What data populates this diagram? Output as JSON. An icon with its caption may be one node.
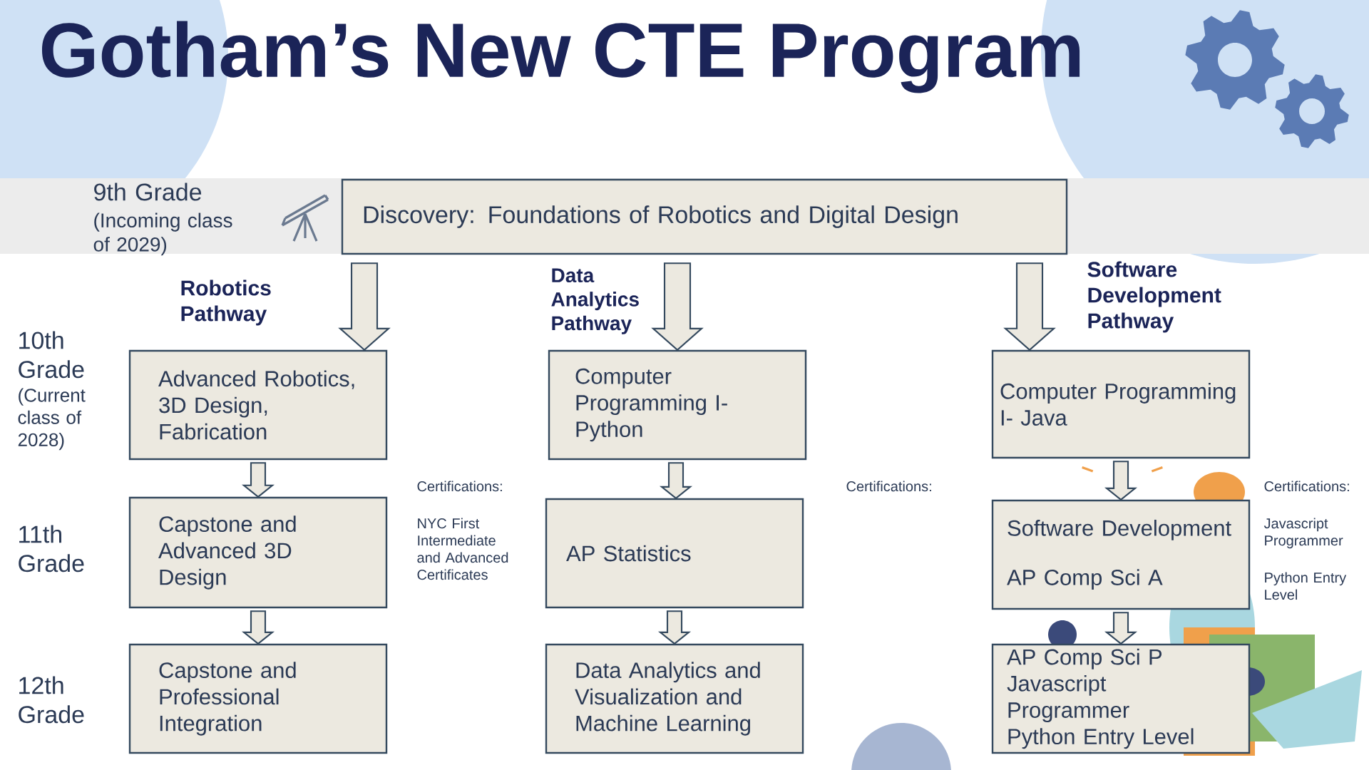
{
  "diagram": {
    "title": "Gotham’s New CTE Program",
    "nodes": [
      {
        "text": [
          "Discovery: Foundations of Robotics and Digital Design"
        ]
      },
      {
        "text": [
          "Advanced Robotics, 3D Design, Fabrication"
        ]
      },
      {
        "text": [
          "Computer Programming I- Python"
        ]
      },
      {
        "text": [
          "Computer Programming I- Java"
        ]
      },
      {
        "text": [
          "Capstone and Advanced 3D Design"
        ]
      },
      {
        "text": [
          "AP Statistics"
        ]
      },
      {
        "text": [
          "Software Development",
          "AP Comp Sci A"
        ]
      },
      {
        "text": [
          "Capstone and Professional Integration"
        ]
      },
      {
        "text": [
          "Data Analytics and Visualization and Machine Learning"
        ]
      },
      {
        "text": [
          "AP Comp Sci P",
          "Javascript Programmer",
          "Python Entry Level"
        ]
      }
    ],
    "edges": [
      {
        "from": 0,
        "to": 1,
        "arrow": "to"
      },
      {
        "from": 0,
        "to": 2,
        "arrow": "to"
      },
      {
        "from": 0,
        "to": 3,
        "arrow": "to"
      },
      {
        "from": 1,
        "to": 4,
        "arrow": "to"
      },
      {
        "from": 2,
        "to": 5,
        "arrow": "to"
      },
      {
        "from": 3,
        "to": 6,
        "arrow": "to"
      },
      {
        "from": 4,
        "to": 7,
        "arrow": "to"
      },
      {
        "from": 5,
        "to": 8,
        "arrow": "to"
      },
      {
        "from": 6,
        "to": 9,
        "arrow": "to"
      }
    ],
    "labels": [
      "9th Grade",
      "(Incoming class of 2029)",
      "Robotics Pathway",
      "Data Analytics Pathway",
      "Software Development Pathway",
      "10th Grade",
      "(Current class of 2028)",
      "11th Grade",
      "12th Grade",
      "Certifications:",
      "NYC First Intermediate and Advanced Certificates",
      "Certifications:",
      "Certifications:",
      "Javascript Programmer",
      "Python Entry Level"
    ]
  }
}
